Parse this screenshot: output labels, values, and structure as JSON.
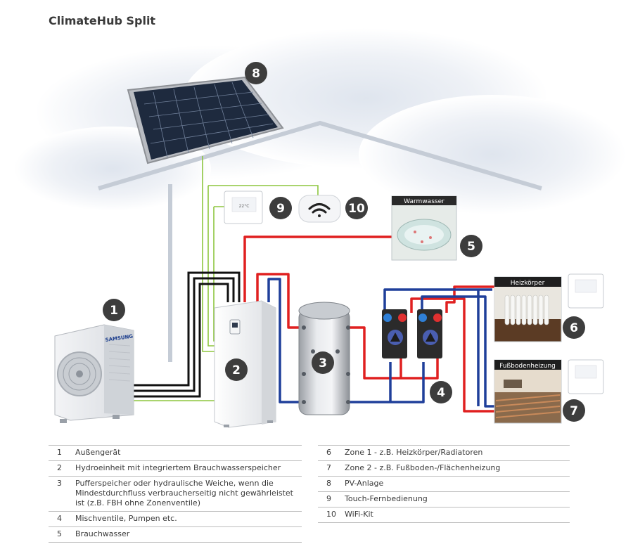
{
  "title": "ClimateHub Split",
  "photos": {
    "warmwasser": "Warmwasser",
    "heizkoerper": "Heizkörper",
    "fussboden": "Fußbodenheizung"
  },
  "outdoor_unit_brand": "SAMSUNG",
  "controller_display": "22°C",
  "badges": [
    "1",
    "2",
    "3",
    "4",
    "5",
    "6",
    "7",
    "8",
    "9",
    "10"
  ],
  "legend_left": [
    {
      "num": "1",
      "text": "Außengerät"
    },
    {
      "num": "2",
      "text": "Hydroeinheit mit integriertem Brauchwasserspeicher"
    },
    {
      "num": "3",
      "text": "Pufferspeicher oder hydraulische Weiche, wenn die Mindestdurchfluss verbraucherseitig nicht gewährleistet ist (z.B. FBH ohne Zonenventile)"
    },
    {
      "num": "4",
      "text": "Mischventile, Pumpen etc."
    },
    {
      "num": "5",
      "text": "Brauchwasser"
    }
  ],
  "legend_right": [
    {
      "num": "6",
      "text": "Zone 1 - z.B. Heizkörper/Radiatoren"
    },
    {
      "num": "7",
      "text": "Zone 2 - z.B. Fußboden-/Flächenheizung"
    },
    {
      "num": "8",
      "text": "PV-Anlage"
    },
    {
      "num": "9",
      "text": "Touch-Fernbedienung"
    },
    {
      "num": "10",
      "text": "WiFi-Kit"
    }
  ],
  "colors": {
    "hot_pipe": "#e02020",
    "cold_pipe": "#1f3f9a",
    "refrigerant": "#111111",
    "signal_line": "#8dc63f",
    "badge": "#3d3d3d",
    "roof": "#c5ccd6"
  },
  "icons": [
    "solar-panel-icon",
    "wifi-icon",
    "remote-controller-icon",
    "outdoor-unit-icon",
    "hydro-unit-icon",
    "buffer-tank-icon",
    "pump-group-icon"
  ]
}
